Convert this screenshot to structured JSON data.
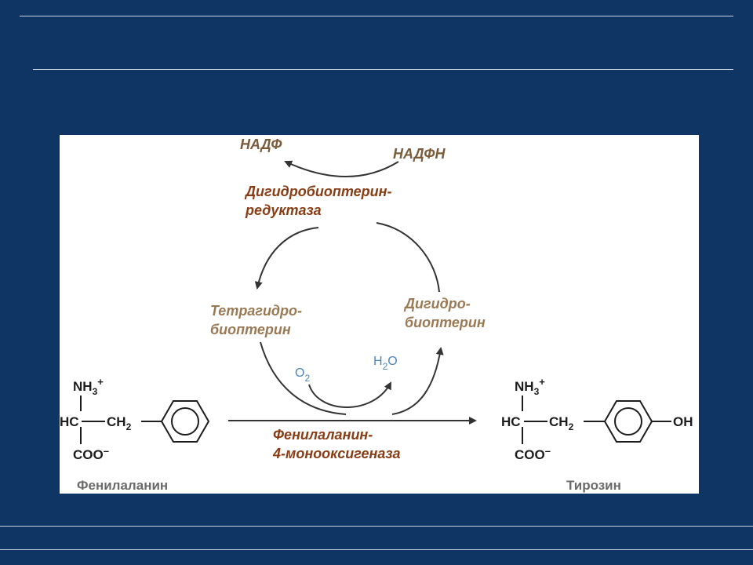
{
  "cofactors": {
    "nadp": "НАДФ",
    "nadph": "НАДФН"
  },
  "reductase": {
    "line1": "Дигидробиоптерин-",
    "line2": "редуктаза"
  },
  "tetrahydro": {
    "line1": "Тетрагидро-",
    "line2": "биоптерин"
  },
  "dihydro": {
    "line1": "Дигидро-",
    "line2": "биоптерин"
  },
  "oxygen": {
    "main": "O",
    "sub": "2"
  },
  "water": {
    "main": "H",
    "sub": "2",
    "tail": "O"
  },
  "monooxygenase": {
    "line1": "Фенилаланин-",
    "line2": "4-монооксигеназа"
  },
  "phenylalanine": {
    "amine": "NH",
    "amine_sub": "3",
    "amine_charge": "+",
    "hc": "HC",
    "ch2": "CH",
    "ch2_sub": "2",
    "coo": "COO",
    "coo_charge": "–",
    "name": "Фенилаланин"
  },
  "tyrosine": {
    "amine": "NH",
    "amine_sub": "3",
    "amine_charge": "+",
    "hc": "HC",
    "ch2": "CH",
    "ch2_sub": "2",
    "coo": "COO",
    "coo_charge": "–",
    "oh": "OH",
    "name": "Тирозин"
  },
  "colors": {
    "background": "#0e3563",
    "panel": "#ffffff",
    "enzyme_text": "#8a3c14",
    "cofactor_text": "#7a5b3a",
    "water_oxygen_text": "#4f86b6"
  }
}
